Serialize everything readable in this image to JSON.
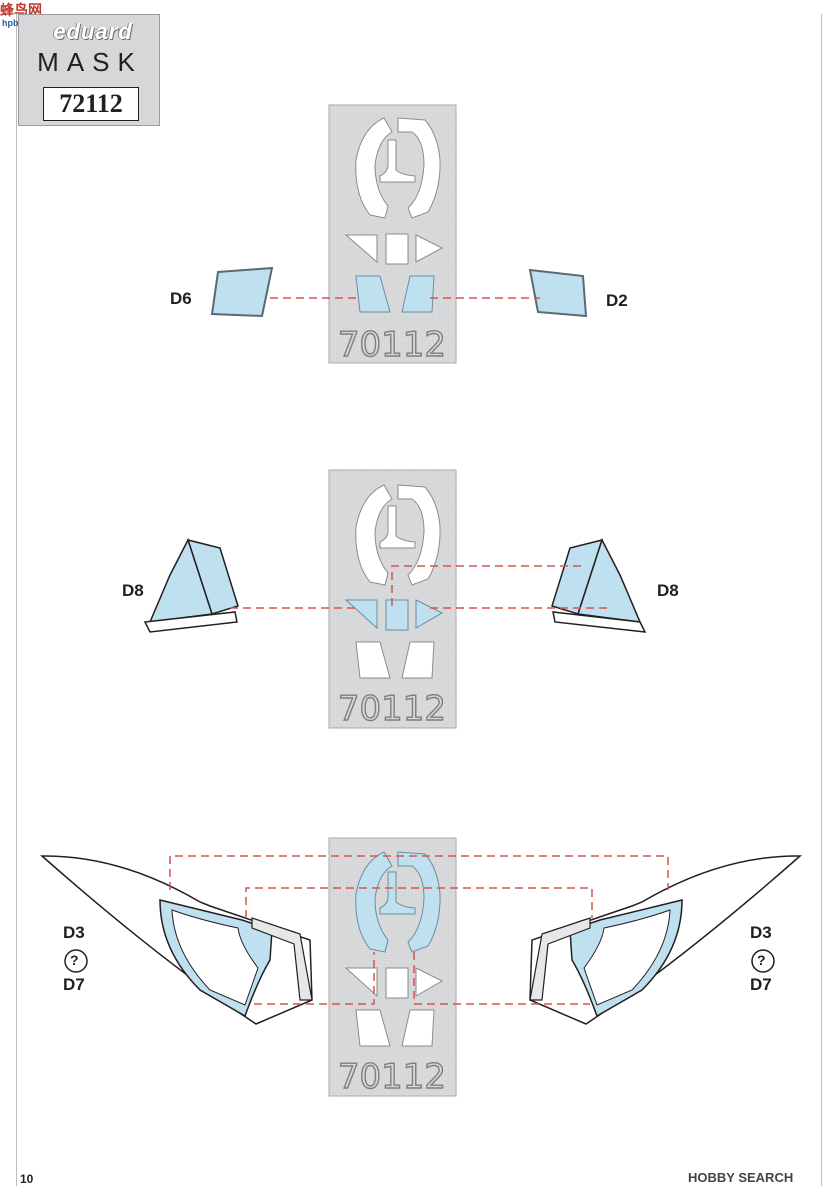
{
  "header": {
    "brand": "eduard",
    "product_line": "MASK",
    "catalog_number": "72112"
  },
  "watermark": {
    "text": "蜂鸟网",
    "url": "hpb-shop.com"
  },
  "steps": [
    {
      "fret_number": "70112",
      "left_label": "D6",
      "right_label": "D2"
    },
    {
      "fret_number": "70112",
      "left_label": "D8",
      "right_label": "D8"
    },
    {
      "fret_number": "70112",
      "left_top": "D3",
      "left_bottom": "D7",
      "right_top": "D3",
      "right_bottom": "D7",
      "option_symbol": "?"
    }
  ],
  "footer": {
    "page_number": "10",
    "source": "HOBBY SEARCH"
  },
  "colors": {
    "mask_blue": "#bfe0ef",
    "fret_gray": "#d9dadc",
    "dash_red": "#d9534f",
    "frame_gray": "#bcbec0"
  }
}
